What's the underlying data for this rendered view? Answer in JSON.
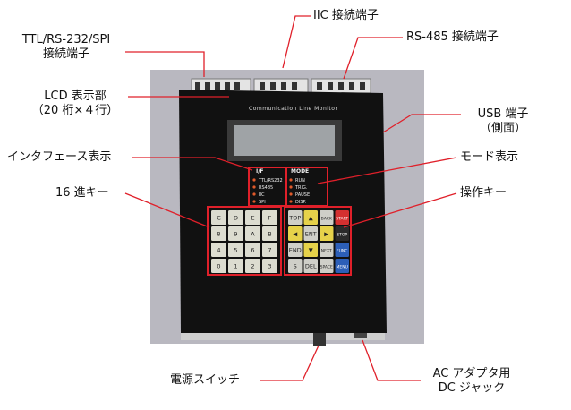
{
  "labels": {
    "ttl_line1": "TTL/RS-232/SPI",
    "ttl_line2": "接続端子",
    "iic": "IIC 接続端子",
    "rs485": "RS-485 接続端子",
    "lcd_line1": "LCD 表示部",
    "lcd_line2": "（20 桁×４行）",
    "usb_line1": "USB 端子",
    "usb_line2": "（側面）",
    "interface": "インタフェース表示",
    "mode": "モード表示",
    "hexkey": "16 進キー",
    "opkey": "操作キー",
    "power": "電源スイッチ",
    "ac_line1": "AC アダプタ用",
    "ac_line2": "DC ジャック"
  },
  "device": {
    "title": "Communication Line Monitor",
    "if_header": "I/F",
    "if_items": [
      "TTL/RS232",
      "RS485",
      "IIC",
      "SPI"
    ],
    "mode_header": "MODE",
    "mode_items": [
      "RUN",
      "TRIG.",
      "PAUSE",
      "DISP."
    ],
    "hex_keys": [
      "C",
      "D",
      "E",
      "F",
      "8",
      "9",
      "A",
      "B",
      "4",
      "5",
      "6",
      "7",
      "0",
      "1",
      "2",
      "3"
    ],
    "op_keys": [
      "TOP",
      "▲",
      "BACK",
      "START",
      "◀",
      "ENT",
      "▶",
      "STOP",
      "END",
      "▼",
      "NEXT",
      "FUNC",
      "S",
      "DEL",
      "SPACE",
      "MENU"
    ]
  },
  "colors": {
    "callout": "#e0202a",
    "device_body": "#111111",
    "hex_key": "#dcdcd0",
    "yellow_key": "#e6d24a",
    "red_key": "#d43030",
    "blue_key": "#2c5fb8",
    "gray_key": "#cfcfc8"
  }
}
